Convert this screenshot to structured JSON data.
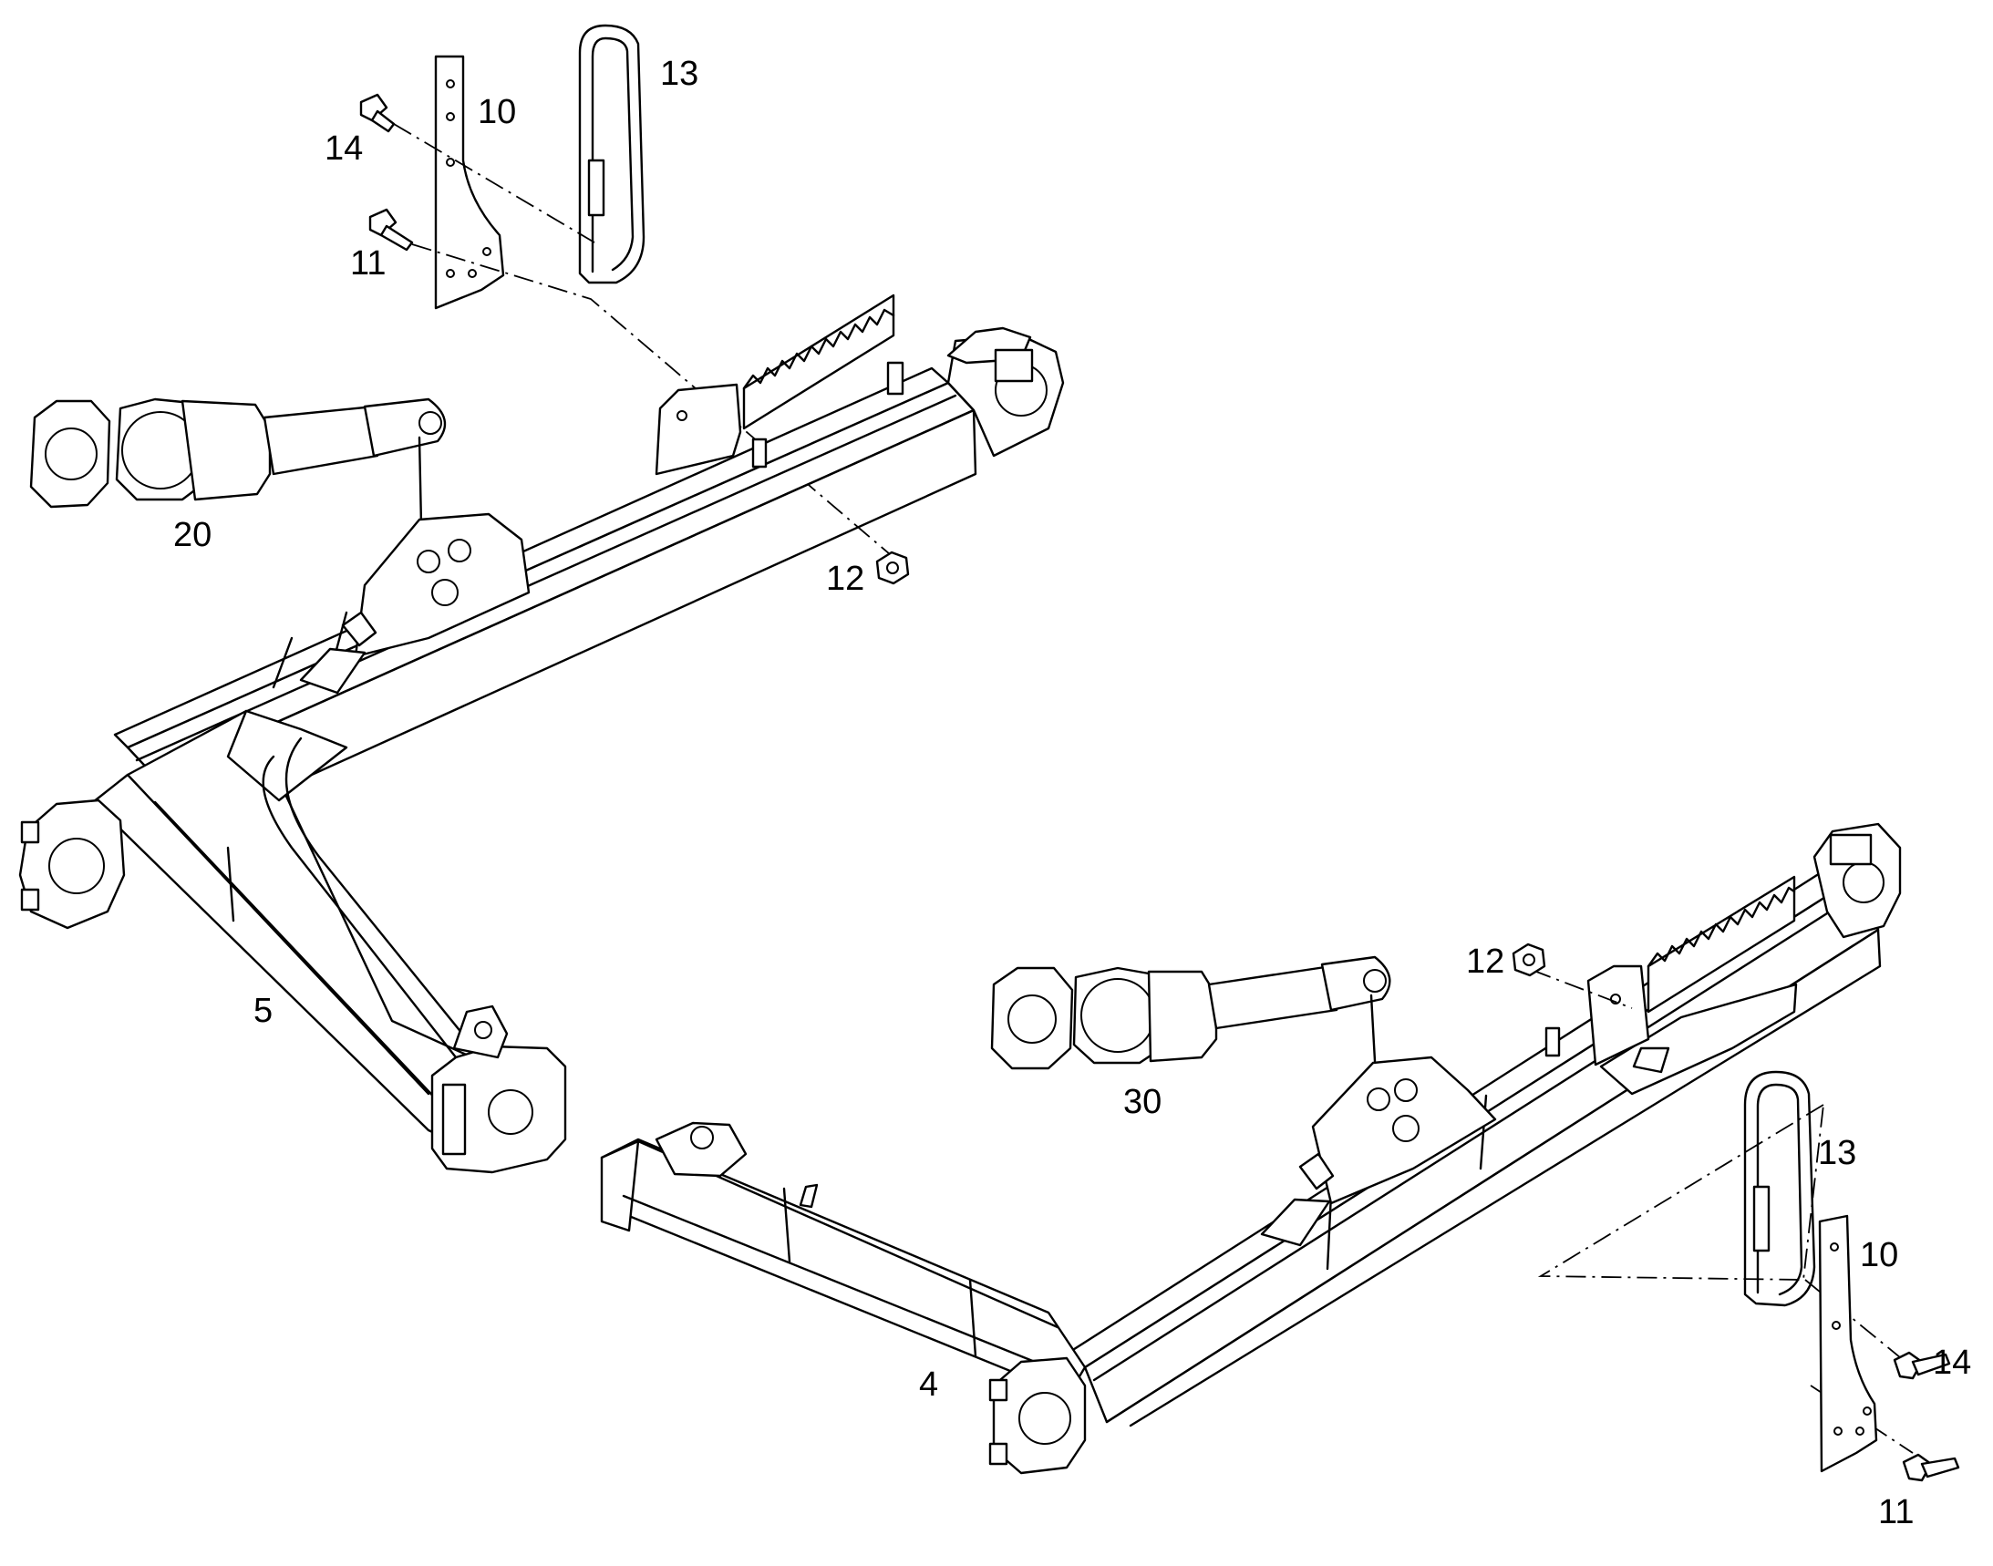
{
  "callouts": [
    {
      "id": "c13a",
      "text": "13"
    },
    {
      "id": "c10a",
      "text": "10"
    },
    {
      "id": "c14a",
      "text": "14"
    },
    {
      "id": "c11a",
      "text": "11"
    },
    {
      "id": "c20",
      "text": "20"
    },
    {
      "id": "c12a",
      "text": "12"
    },
    {
      "id": "c5",
      "text": "5"
    },
    {
      "id": "c12b",
      "text": "12"
    },
    {
      "id": "c30",
      "text": "30"
    },
    {
      "id": "c13b",
      "text": "13"
    },
    {
      "id": "c10b",
      "text": "10"
    },
    {
      "id": "c14b",
      "text": "14"
    },
    {
      "id": "c4",
      "text": "4"
    },
    {
      "id": "c11b",
      "text": "11"
    }
  ]
}
